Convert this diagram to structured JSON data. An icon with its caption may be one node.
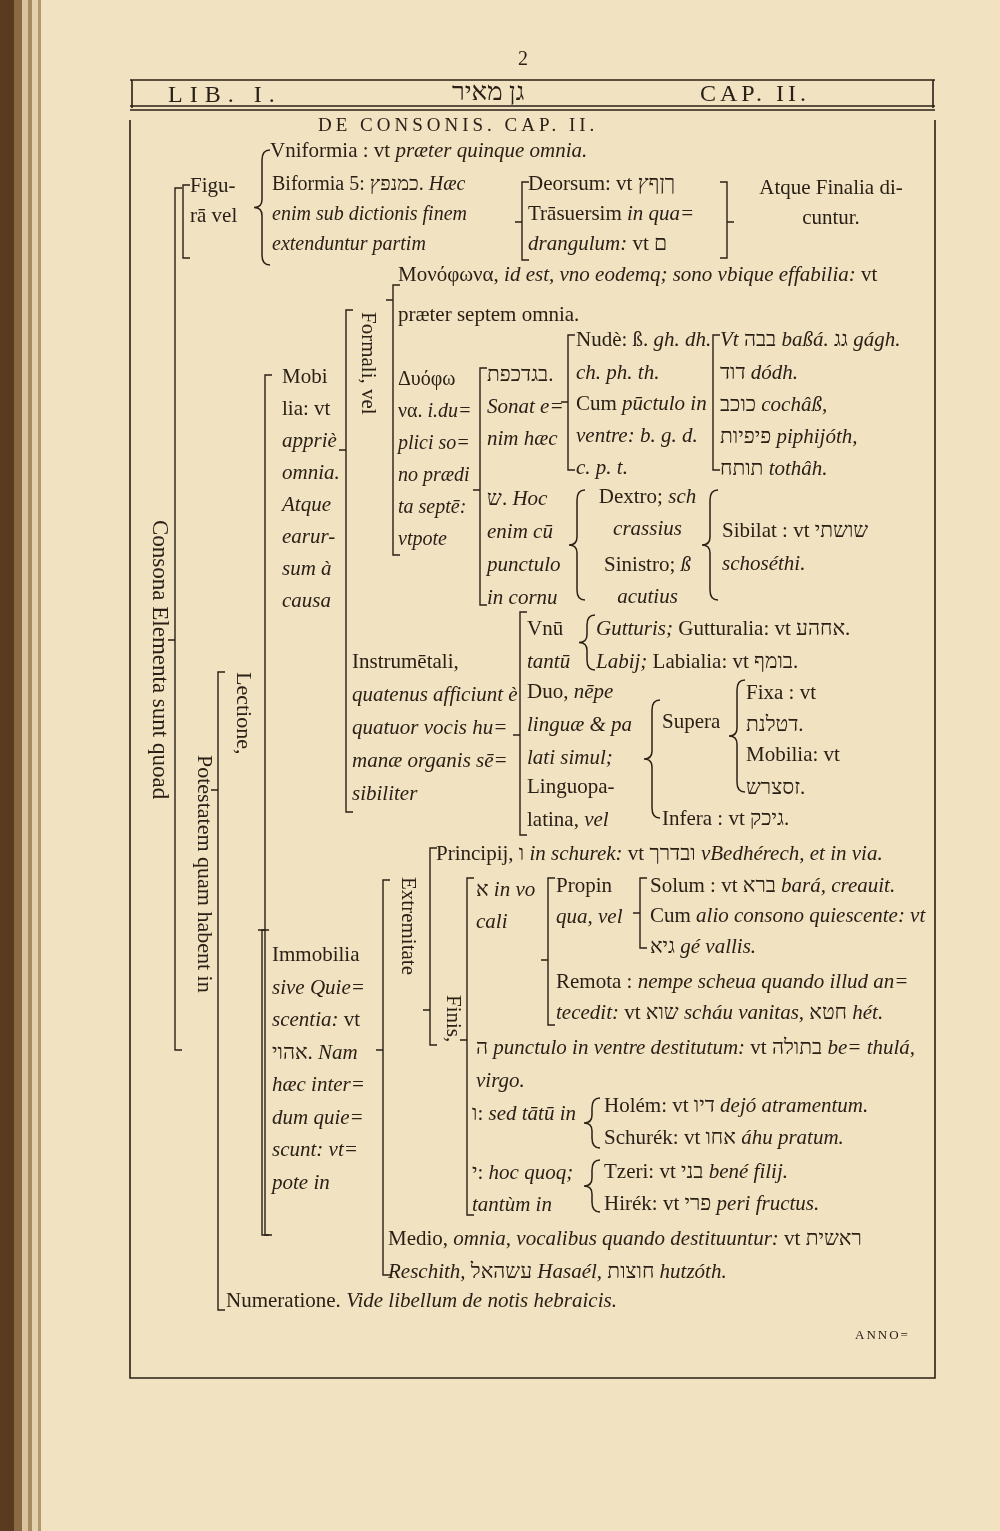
{
  "diagram": {
    "title": "DE CONSONIS. CAP. II.",
    "labels": [
      "2",
      "LIB. I.",
      "גן מאיר",
      "CAP. II.",
      "Consona Elementa sunt quoad",
      "Figu- rā vel",
      "Vniformia : vt *præter quinque omnia.*",
      "Biformia 5: כמנפץ. *Hæc enim sub dictionis finem extenduntur partim*",
      "Deorsum: vt ךןףץ",
      "Trāsuersim *in qua= drangulum:* vt ם",
      "Atque Finalia di- cuntur.",
      "Μονόφωνα, *id est, vno eodemq; sono vbique effabilia:* vt præter septem omnia.",
      "Formali, vel",
      "Mobi lia: vt *appriè omnia. Atque earur- sum à causa*",
      "Δυόφω να. *i.du= plici so= no prædi ta septē: vtpote*",
      "בגדכפת. *Sonat e= nim hæc*",
      "Nudè: ß. *gh. dh. ch. ph. th.*",
      "Cum *pūctulo in ventre: b. g. d. c. p. t.*",
      "*Vt* בבה *baßá.* גג *gágh.* דוד *dódh.*",
      "כוכב *cochâß,*",
      "פיפיות *piphijóth,*",
      "תותח *tothâh.*",
      "ש. *Hoc enim cū punctulo in cornu*",
      "Dextro; *sch crassius*",
      "Sinistro; *ß acutius*",
      "Sibilat : vt שושתי *schoséthi.*",
      "Instrumētali, *quatenus afficiunt è quatuor vocis hu= manæ organis sē= sibiliter*",
      "Vnū *tantū*",
      "*Gutturis;* Gutturalia: vt אחהע.",
      "*Labij;* Labialia: vt בומף.",
      "Duo, *nēpe linguæ & pa lati simul;*",
      "Linguopa- latina, *vel*",
      "Supera",
      "Infera : vt גיכק.",
      "Fixa : vt דטלנת.",
      "Mobilia: vt זסצרש.",
      "Lectione,",
      "Potestatem quam habent in",
      "Principij, ו *in schurek:* vt ובדרך *vBedhérech, et in via.*",
      "Immobilia *sive Quie= scentia:* vt אהוי. *Nam hæc inter= dum quie= scunt: vt= pote in*",
      "Extremitate",
      "Finis,",
      "א *in vo cali*",
      "Propin *qua, vel*",
      "Solum : vt ברא *bará, creauit.*",
      "Cum *alio consono quiescente: vt* גיא *gé vallis.*",
      "Remota : *nempe scheua quando illud an= tecedit:* vt שוא *scháu vanitas,* חטא *hét.*",
      "ה *punctulo in ventre destitutum:* vt בתולה *be= thulá, virgo.*",
      "ו: *sed tātū in*",
      "Holém: vt דיו *dejó atramentum.*",
      "Schurék: vt אחו *áhu pratum.*",
      "י: *hoc quoq; tantùm in*",
      "Tzeri: vt בני *bené filij.*",
      "Hirék: vt פרי *peri fructus.*",
      "Medio, *omnia, vocalibus quando destituuntur:* vt ראשית *Reschith,* עשהאל *Hasaél,* חוצות *hutzóth.*",
      "Numeratione. *Vide libellum de notis hebraicis.*",
      "ANNO="
    ]
  }
}
